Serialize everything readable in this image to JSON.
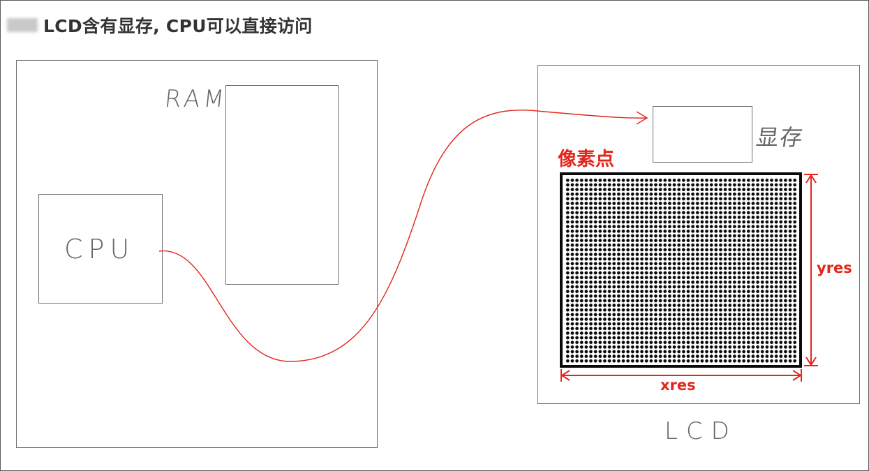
{
  "heading": {
    "text": "LCD含有显存, CPU可以直接访问"
  },
  "labels": {
    "ram": "RAM",
    "cpu": "CPU",
    "vram": "显存",
    "lcd": "LCD",
    "pixel": "像素点",
    "xres": "xres",
    "yres": "yres"
  },
  "colors": {
    "accent": "#e3261c",
    "outline": "#6e6e6e",
    "heading": "#333333"
  },
  "grid": {
    "columns": 50,
    "rows": 41
  }
}
